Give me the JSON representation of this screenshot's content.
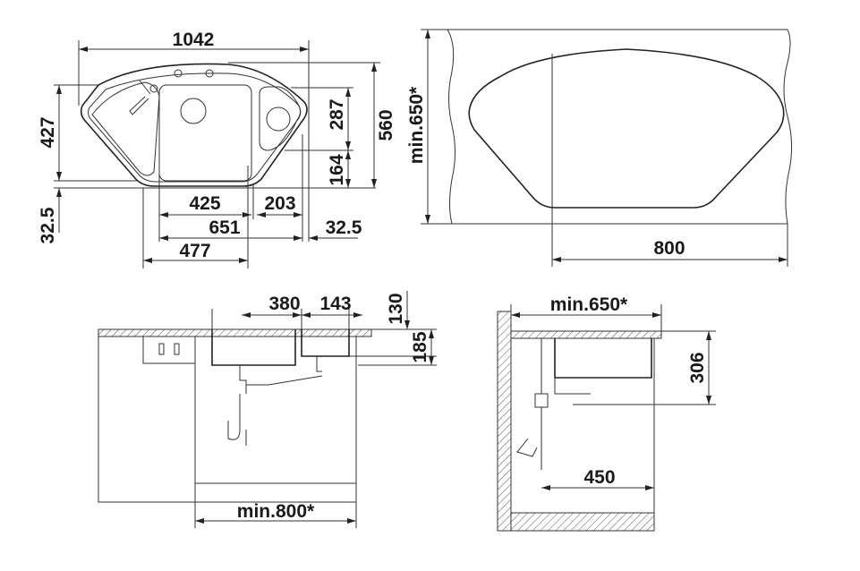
{
  "top_view": {
    "width_total": "1042",
    "depth_left": "427",
    "offset_left": "32.5",
    "bowl_width": "425",
    "small_bowl_width": "203",
    "bowls_span": "651",
    "offset_right": "32.5",
    "front_width": "477",
    "depth_right_upper": "287",
    "depth_total": "560",
    "depth_right_lower": "164"
  },
  "cabinet_top_view": {
    "min_depth": "min.650*",
    "width": "800"
  },
  "front_section": {
    "bowl_width": "380",
    "small_bowl_width": "143",
    "depth_small": "130",
    "depth_main": "185",
    "min_cabinet": "min.800*"
  },
  "side_section": {
    "min_depth": "min.650*",
    "bowl_depth": "306",
    "drain_offset": "450"
  },
  "colors": {
    "line": "#333333",
    "text": "#1a1a1a",
    "background": "#ffffff"
  }
}
